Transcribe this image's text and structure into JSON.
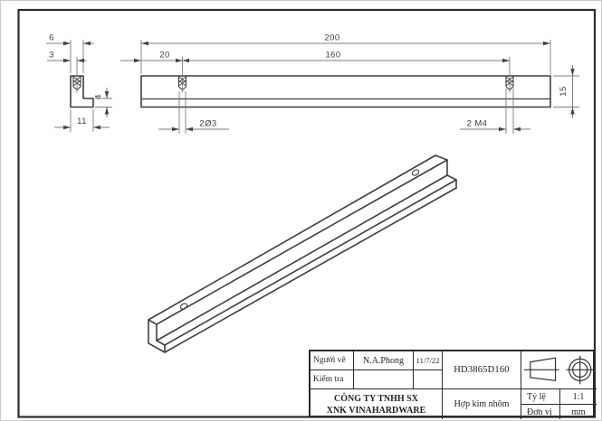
{
  "dimensions": {
    "total_length": "200",
    "first_hole_offset": "20",
    "hole_spacing": "160",
    "profile_height": "15",
    "leg_thickness": "6",
    "hole_center_offset": "3",
    "base_width": "11",
    "base_thickness": "4",
    "drill_callout": "2Ø3",
    "tap_callout": "2 M4"
  },
  "title_block": {
    "drawer_label": "Người vẽ",
    "drawer_name": "N.A.Phong",
    "date": "11/7/22",
    "checker_label": "Kiểm tra",
    "checker_name": "",
    "part_code": "HD3865D160",
    "company_line1": "CÔNG TY TNHH SX",
    "company_line2": "XNK VINAHARDWARE",
    "material": "Hợp kim nhôm",
    "scale_label": "Tỷ lệ",
    "scale_value": "1:1",
    "unit_label": "Đơn vị",
    "unit_value": "mm"
  },
  "colors": {
    "part_edge": "#3f3f3f",
    "dimension_line": "#7d7d7d",
    "text": "#3a3a3a",
    "frame": "#2b2b2b"
  }
}
